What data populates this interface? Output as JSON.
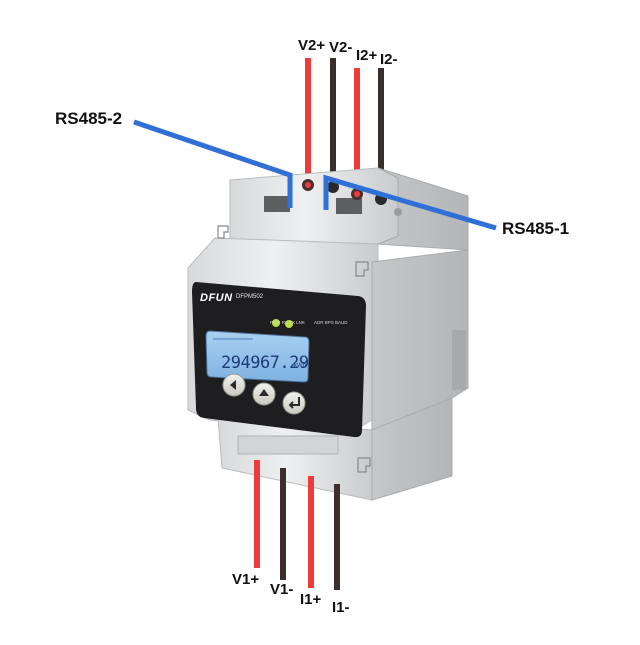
{
  "terminals": {
    "top": [
      {
        "label": "V2+",
        "wire_color": "#ee3b3b"
      },
      {
        "label": "V2-",
        "wire_color": "#3a2f2d"
      },
      {
        "label": "I2+",
        "wire_color": "#ee3b3b"
      },
      {
        "label": "I2-",
        "wire_color": "#3a2f2d"
      }
    ],
    "bottom": [
      {
        "label": "V1+",
        "wire_color": "#ee3b3b"
      },
      {
        "label": "V1-",
        "wire_color": "#3a2f2d"
      },
      {
        "label": "I1+",
        "wire_color": "#ee3b3b"
      },
      {
        "label": "I1-",
        "wire_color": "#3a2f2d"
      }
    ]
  },
  "rs485": {
    "port1_label": "RS485-1",
    "port2_label": "RS485-2",
    "wire_color": "#2f6fd6"
  },
  "meter": {
    "brand": "DFUN",
    "model": "DFPM502",
    "led_labels": "PWR  RX  TX  LNK",
    "baud_text": "ADR  BPS  BAUD",
    "reading": "294967.29",
    "unit": "kWh",
    "led_color": "#b8e03a",
    "body_color": "#e6e8ea",
    "panel_color": "#1e1e20",
    "lcd_color": "#8fc0ea"
  },
  "buttons": [
    {
      "name": "left-button",
      "icon": "left-arrow-icon",
      "symbol": "◀"
    },
    {
      "name": "up-button",
      "icon": "up-arrow-icon",
      "symbol": "▲"
    },
    {
      "name": "enter-button",
      "icon": "enter-icon",
      "symbol": "↵"
    }
  ]
}
